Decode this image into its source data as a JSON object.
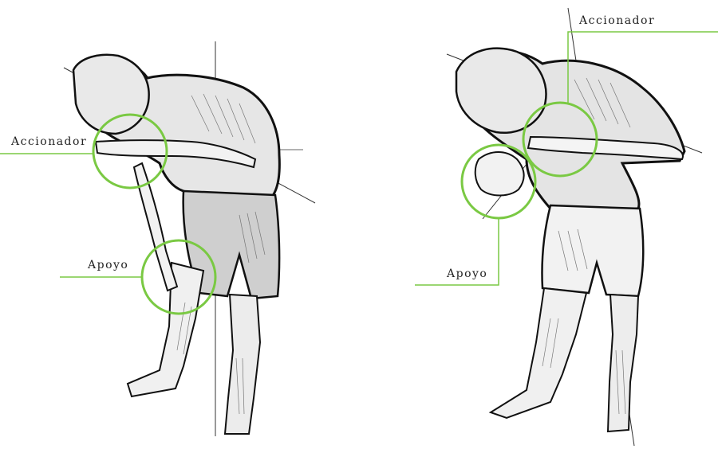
{
  "figures": [
    {
      "id": "left-figure",
      "labels": {
        "actuator": "Accionador",
        "support": "Apoyo"
      }
    },
    {
      "id": "right-figure",
      "labels": {
        "actuator": "Accionador",
        "support": "Apoyo"
      }
    }
  ],
  "colors": {
    "accent": "#7ac943",
    "ink": "#1a1a1a",
    "shade": "#bdbdbd"
  }
}
